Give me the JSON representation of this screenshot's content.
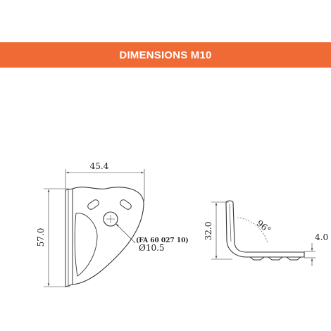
{
  "header": {
    "title": "DIMENSIONS M10",
    "background_color": "#ef6a34"
  },
  "front_view": {
    "width_dim": "45.4",
    "height_dim": "57.0",
    "part_ref": "(FA 60 027 10)",
    "hole_dim": "Ø10.5"
  },
  "side_view": {
    "height_dim": "32.0",
    "angle_dim": "96°",
    "thickness_dim": "4.0"
  },
  "colors": {
    "line": "#333333",
    "dim_line": "#444444"
  }
}
